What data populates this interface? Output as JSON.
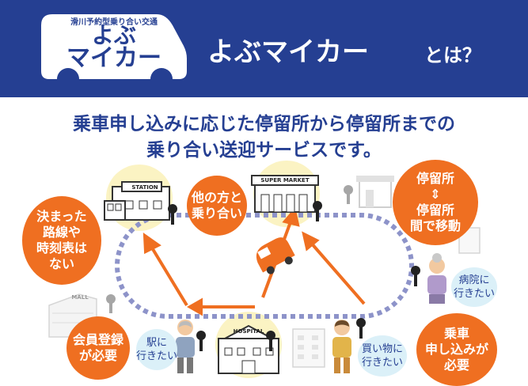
{
  "header": {
    "logo_tag": "滑川予約型乗り合い交通",
    "logo_line1": "よぶ",
    "logo_line2": "マイカー",
    "title": "よぶマイカー",
    "title_suffix": "とは？"
  },
  "lead": {
    "line1": "乗車申し込みに応じた停留所から停留所までの",
    "line2": "乗り合い送迎サービスです。"
  },
  "signs": {
    "station": "STATION",
    "supermarket": "SUPER MARKET",
    "mall": "MALL",
    "hospital": "HOSPITAL"
  },
  "bubbles": {
    "no_route_1": "決まった",
    "no_route_2": "路線や",
    "no_route_3": "時刻表は",
    "no_route_4": "ない",
    "share_1": "他の方と",
    "share_2": "乗り合い",
    "stop_1": "停留所",
    "stop_arrow": "⇕",
    "stop_2": "停留所",
    "stop_3": "間で移動",
    "member_1": "会員登録",
    "member_2": "が必要",
    "ride_1": "乗車",
    "ride_2": "申し込みが",
    "ride_3": "必要"
  },
  "speech": {
    "station_1": "駅に",
    "station_2": "行きたい",
    "hospital_1": "病院に",
    "hospital_2": "行きたい",
    "shopping_1": "買い物に",
    "shopping_2": "行きたい"
  },
  "colors": {
    "navy": "#253f92",
    "orange": "#ef6f21",
    "pale_blue": "#dbf0f8",
    "pale_yellow": "#fbf3c3",
    "route": "#8d93c9"
  }
}
